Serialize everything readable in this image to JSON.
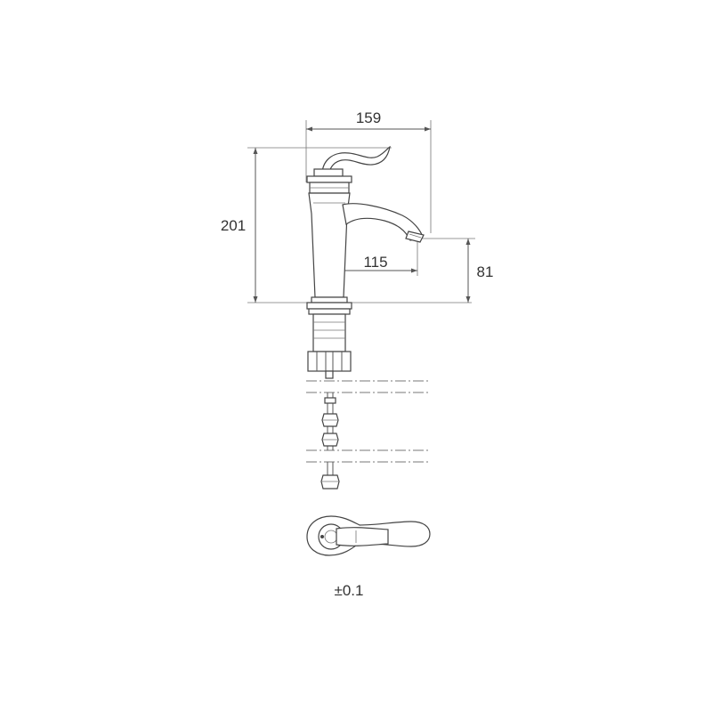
{
  "dimensions": {
    "overall_width": "159",
    "overall_height": "201",
    "spout_reach": "115",
    "spout_height": "81"
  },
  "tolerance": "±0.1",
  "colors": {
    "line": "#444444",
    "text": "#333333",
    "background": "#ffffff"
  }
}
